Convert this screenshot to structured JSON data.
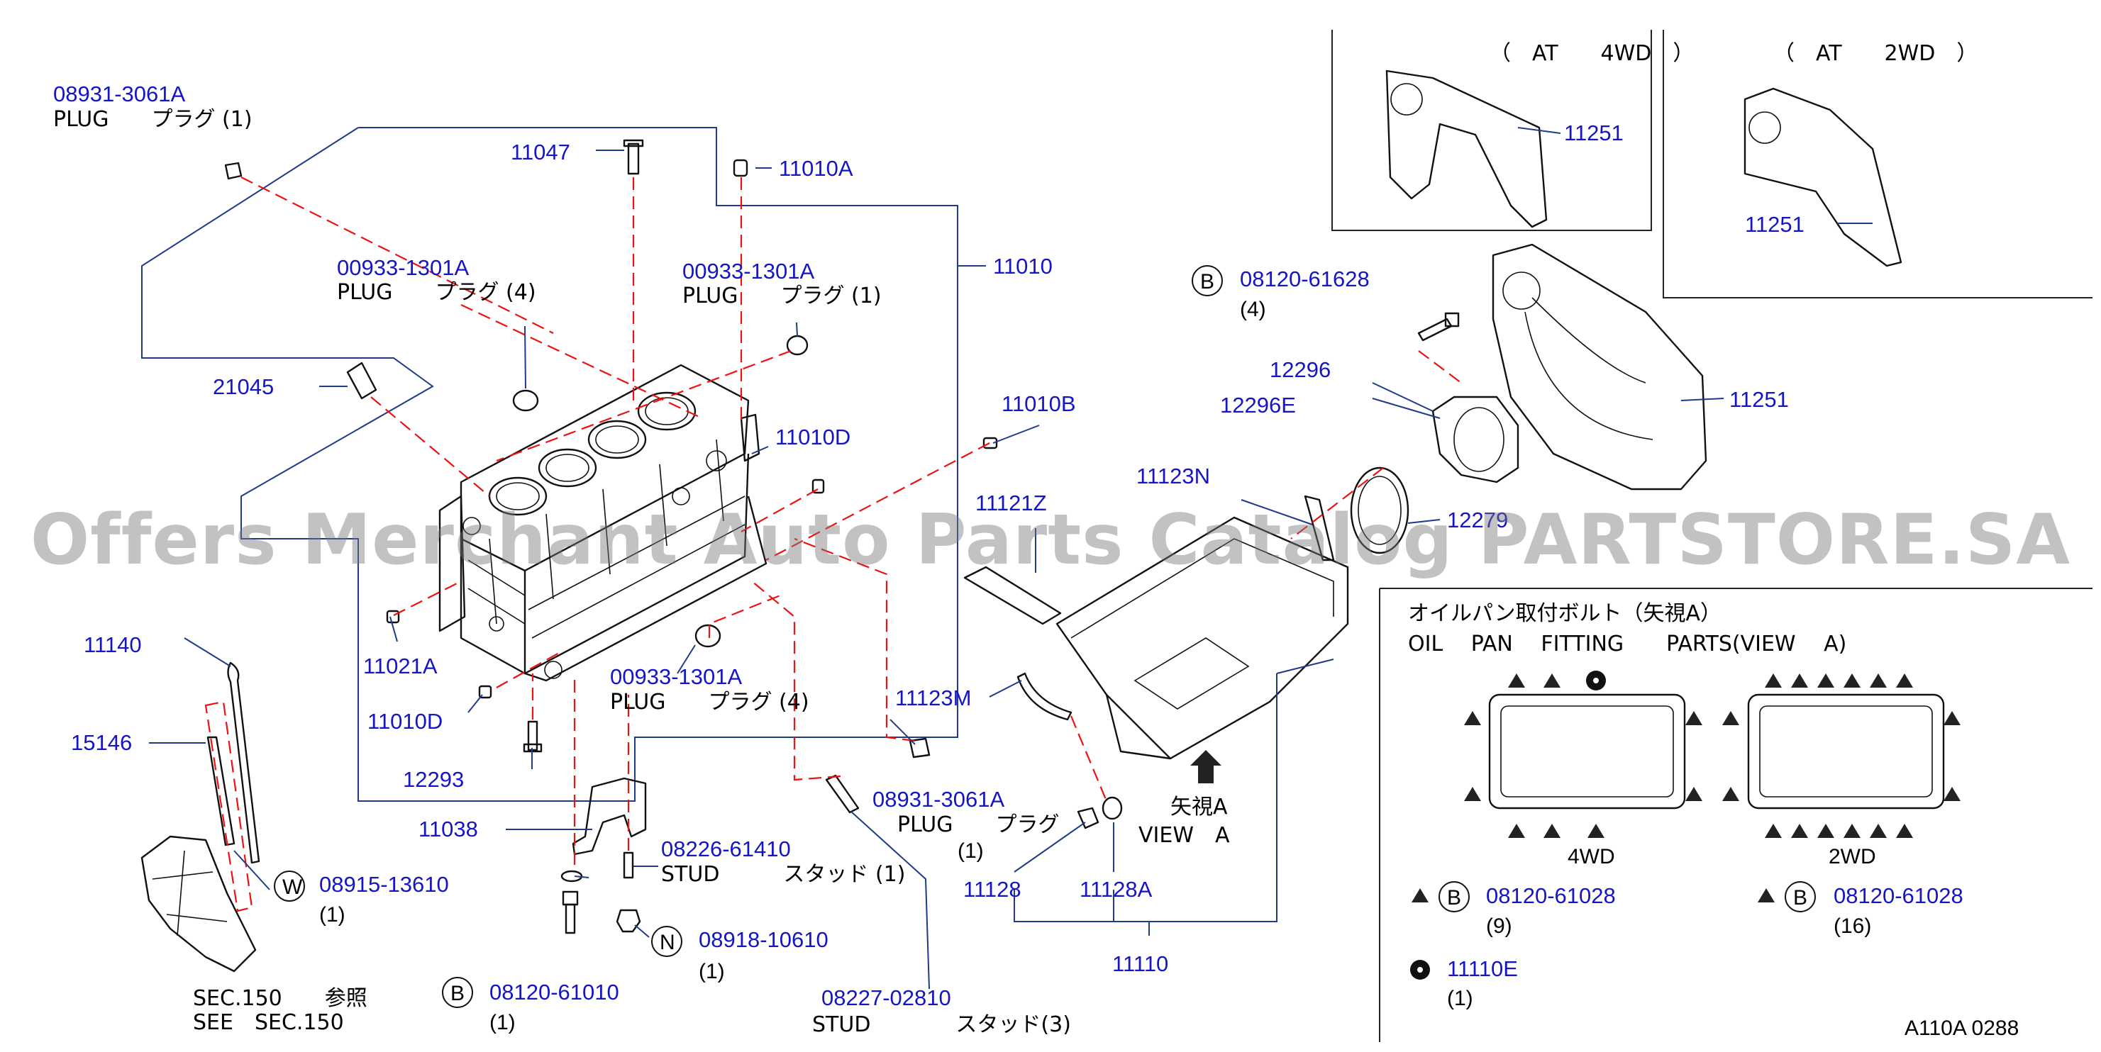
{
  "watermark": "Offers Merchant Auto Parts Catalog PARTSTORE.SA",
  "diagram_code": "A110A  0288",
  "parts": {
    "p08931_top": {
      "num": "08931-3061A",
      "desc": "PLUG　　プラグ (1)"
    },
    "p00933_a": {
      "num": "00933-1301A",
      "desc": "PLUG　　プラグ (4)"
    },
    "p00933_b": {
      "num": "00933-1301A",
      "desc": "PLUG　　プラグ (1)"
    },
    "p00933_c": {
      "num": "00933-1301A",
      "desc": "PLUG　　プラグ (4)"
    },
    "p11047": "11047",
    "p11010A": "11010A",
    "p11010": "11010",
    "p21045": "21045",
    "p11010B": "11010B",
    "p11010D_top": "11010D",
    "p11021A": "11021A",
    "p11010D_bot": "11010D",
    "p12293": "12293",
    "p11140": "11140",
    "p15146": "15146",
    "p11038": "11038",
    "p08226": {
      "num": "08226-61410",
      "desc": "STUD　　　スタッド (1)"
    },
    "p08915": {
      "badge": "W",
      "num": "08915-13610",
      "qty": "(1)"
    },
    "p08918": {
      "badge": "N",
      "num": "08918-10610",
      "qty": "(1)"
    },
    "p08120_61010": {
      "badge": "B",
      "num": "08120-61010",
      "qty": "(1)"
    },
    "p08227": {
      "num": "08227-02810",
      "desc": "STUD　　　　スタッド(3)"
    },
    "p08931_mid": {
      "num": "08931-3061A",
      "desc": "PLUG　　プラグ",
      "qty": "(1)"
    },
    "p11121Z": "11121Z",
    "p11123N": "11123N",
    "p11123M": "11123M",
    "p11128": "11128",
    "p11128A": "11128A",
    "p11110": "11110",
    "p12296": "12296",
    "p12296E": "12296E",
    "p12279": "12279",
    "p11251_main": "11251",
    "p11251_4wd": "11251",
    "p11251_2wd": "11251",
    "p08120_61628": {
      "badge": "B",
      "num": "08120-61628",
      "qty": "(4)"
    }
  },
  "sec_ref": {
    "line1": "SEC.150　　参照",
    "line2": "SEE　SEC.150"
  },
  "view_arrow": {
    "line1": "矢視A",
    "line2": "VIEW　A"
  },
  "inset_at_4wd": "（　AT　　4WD　）",
  "inset_at_2wd": "（　AT　　2WD　）",
  "oil_pan_view": {
    "title_jp": "オイルパン取付ボルト（矢視A）",
    "title_en": "OIL　 PAN　 FITTING　　PARTS(VIEW　 A)",
    "label_4wd": "4WD",
    "label_2wd": "2WD",
    "bolt_4wd": {
      "badge": "B",
      "num": "08120-61028",
      "qty": "(9)"
    },
    "bolt_2wd": {
      "badge": "B",
      "num": "08120-61028",
      "qty": "(16)"
    },
    "dot_part": {
      "num": "11110E",
      "qty": "(1)"
    }
  },
  "colors": {
    "part_number": "#1515c8",
    "leader": "#1e3a8a",
    "dashed": "#e11111"
  }
}
